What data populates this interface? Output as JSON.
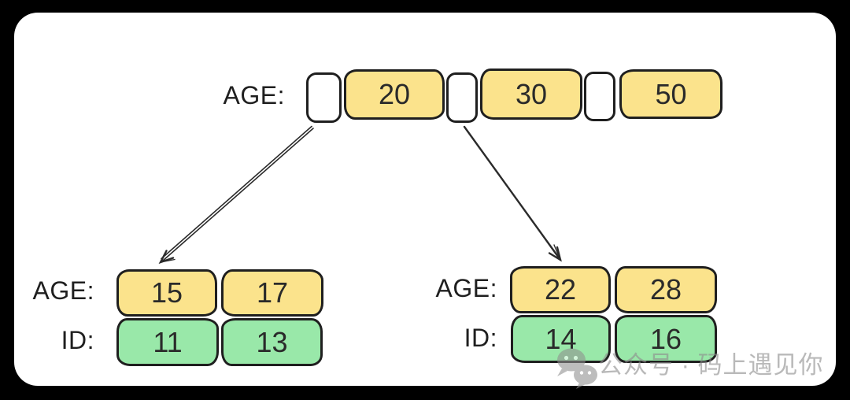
{
  "background": {
    "outer": "#000000",
    "card": "#ffffff"
  },
  "colors": {
    "age_fill": "#FBE38C",
    "id_fill": "#99E8A9",
    "stroke": "#1f1f1f",
    "arrow": "#2b2b2b",
    "watermark": "#8f8f8f"
  },
  "root_node": {
    "label": "AGE:",
    "cells": [
      {
        "type": "pointer",
        "text": ""
      },
      {
        "type": "key",
        "text": "20"
      },
      {
        "type": "pointer",
        "text": ""
      },
      {
        "type": "key",
        "text": "30"
      },
      {
        "type": "pointer",
        "text": ""
      },
      {
        "type": "key",
        "text": "50"
      }
    ]
  },
  "left_node": {
    "age_label": "AGE:",
    "id_label": "ID:",
    "ages": [
      "15",
      "17"
    ],
    "ids": [
      "11",
      "13"
    ]
  },
  "right_node": {
    "age_label": "AGE:",
    "id_label": "ID:",
    "ages": [
      "22",
      "28"
    ],
    "ids": [
      "14",
      "16"
    ]
  },
  "watermark": {
    "icon": "wechat-icon",
    "text": "公众号 · 码上遇见你"
  }
}
